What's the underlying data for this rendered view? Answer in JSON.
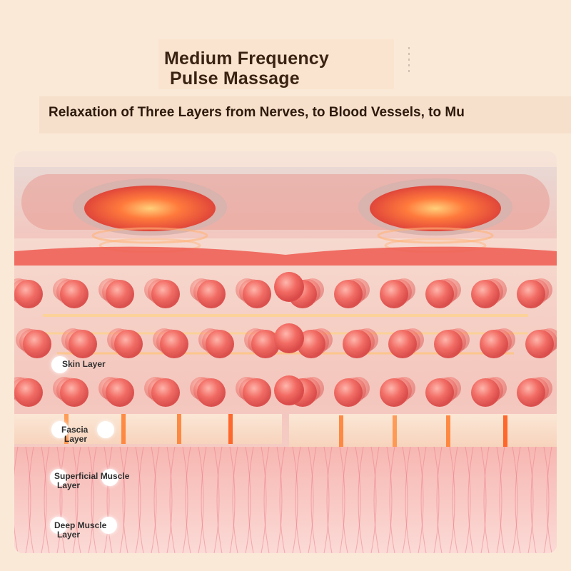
{
  "title": {
    "line1": "Medium Frequency",
    "line2": "Pulse Massage"
  },
  "subtitle": "Relaxation of Three Layers from Nerves, to Blood Vessels, to Mu",
  "layers": {
    "skin": "Skin Layer",
    "fascia_line1": "Fascia",
    "fascia_line2": "Layer",
    "superficial_line1": "Superficial Muscle",
    "superficial_line2": "Layer",
    "deep_line1": "Deep Muscle",
    "deep_line2": "Layer"
  },
  "colors": {
    "background": "#fbe9d8",
    "title_text": "#3a2312",
    "pad_glow": "#ff6a3a",
    "bead": "#f26b63",
    "fascia_band": "#f9dfc8",
    "muscle_fiber": "#f08d98"
  },
  "icons": [
    "massage-pad-icon",
    "pulse-bead-icon"
  ]
}
